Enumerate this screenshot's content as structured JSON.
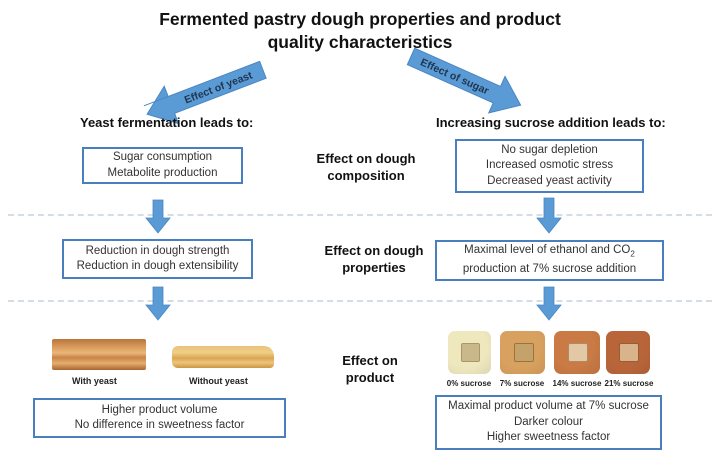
{
  "title": {
    "line1": "Fermented pastry dough properties and product",
    "line2": "quality characteristics"
  },
  "arrows": {
    "yeast_label": "Effect of yeast",
    "sugar_label": "Effect of sugar",
    "color": "#5b9bd5"
  },
  "left": {
    "heading": "Yeast fermentation leads to:",
    "composition": [
      "Sugar consumption",
      "Metabolite production"
    ],
    "properties": [
      "Reduction in dough strength",
      "Reduction in dough extensibility"
    ],
    "product_images": [
      {
        "caption": "With yeast"
      },
      {
        "caption": "Without yeast"
      }
    ],
    "product": [
      "Higher product volume",
      "No difference in sweetness factor"
    ]
  },
  "right": {
    "heading": "Increasing sucrose addition leads to:",
    "composition": [
      "No sugar depletion",
      "Increased osmotic stress",
      "Decreased yeast activity"
    ],
    "properties": {
      "line1_prefix": "Maximal level of ethanol and CO",
      "line1_sub": "2",
      "line2": "production at 7% sucrose addition"
    },
    "product_images": [
      {
        "caption": "0% sucrose",
        "color": "#efe8bf"
      },
      {
        "caption": "7% sucrose",
        "color": "#d9a15f"
      },
      {
        "caption": "14% sucrose",
        "color": "#c97a45"
      },
      {
        "caption": "21% sucrose",
        "color": "#b9653a"
      }
    ],
    "product": [
      "Maximal product volume at 7% sucrose",
      "Darker colour",
      "Higher sweetness factor"
    ]
  },
  "row_labels": {
    "composition": [
      "Effect on dough",
      "composition"
    ],
    "properties": [
      "Effect on dough",
      "properties"
    ],
    "product": [
      "Effect on",
      "product"
    ]
  },
  "colors": {
    "box_border": "#4a7fbf",
    "arrow_fill": "#5b9bd5",
    "divider": "#d4dde6"
  }
}
